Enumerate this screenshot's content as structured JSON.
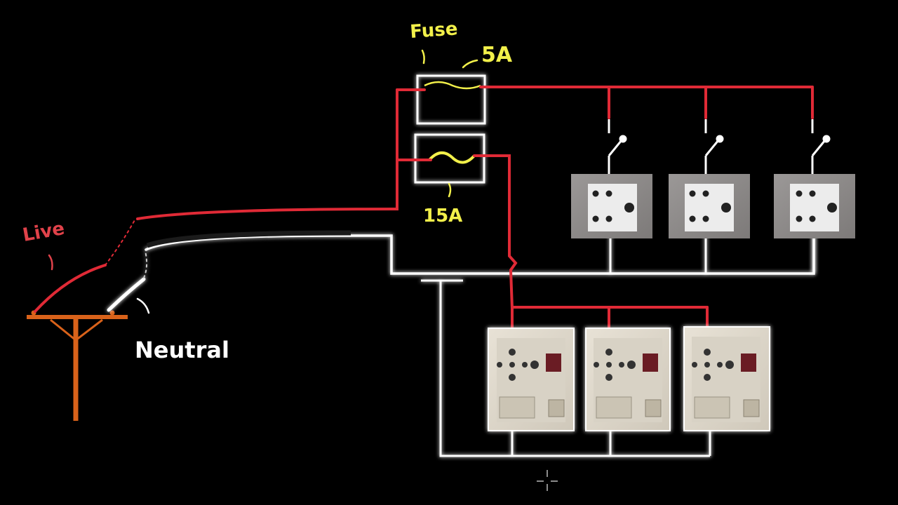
{
  "labels": {
    "fuse": "Fuse",
    "fuse_top_rating": "5A",
    "fuse_bottom_rating": "15A",
    "live": "Live",
    "neutral": "Neutral"
  },
  "colors": {
    "background": "#000000",
    "live_wire": "#e02a36",
    "neutral_wire": "#ffffff",
    "fuse_label": "#f2f04a",
    "live_label": "#e0424a",
    "pole": "#d9621a"
  },
  "icons": {
    "pole": "utility-pole-icon",
    "switch": "toggle-switch-icon",
    "socket": "wall-socket-icon",
    "cursor": "crosshair-cursor-icon"
  }
}
